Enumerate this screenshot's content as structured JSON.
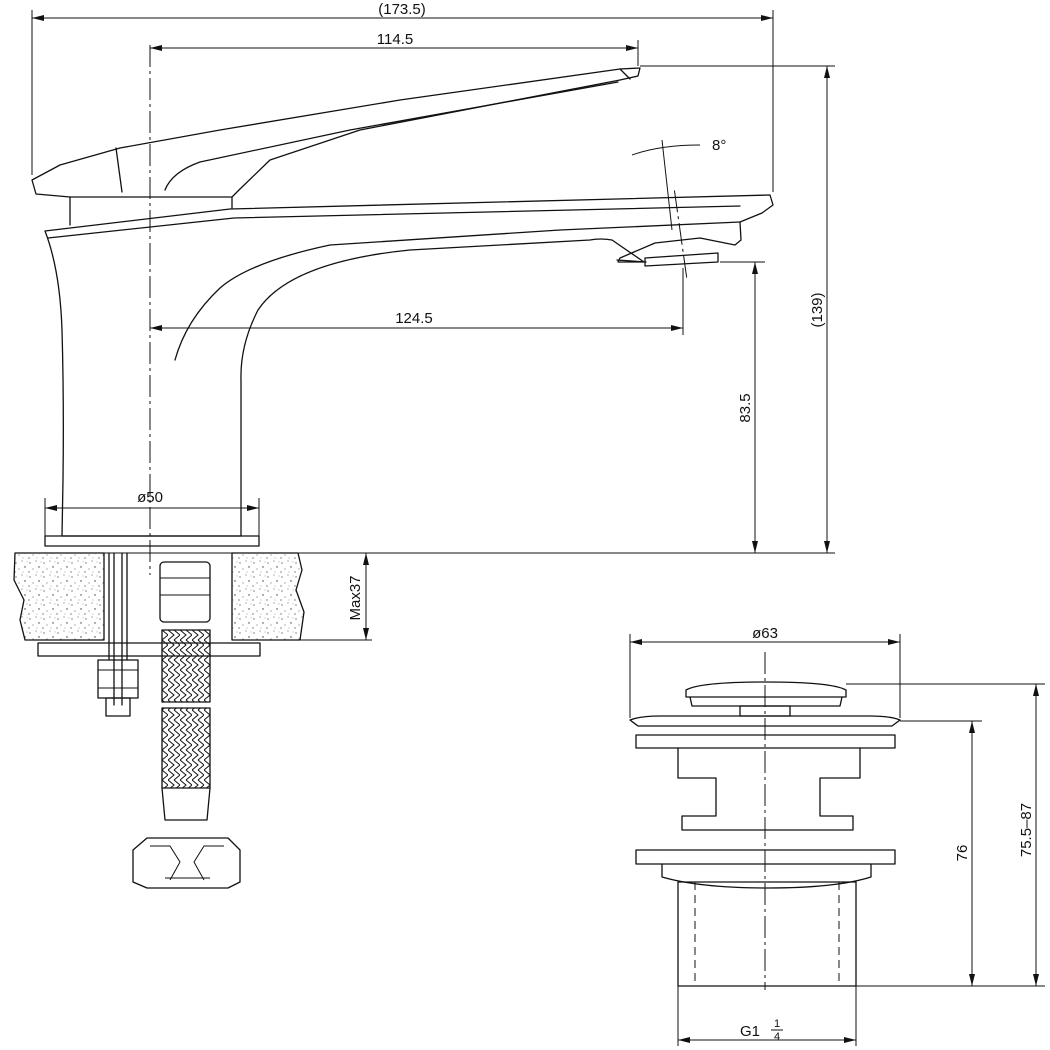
{
  "faucet": {
    "overall_length": "(173.5)",
    "lever_length": "114.5",
    "spout_reach": "124.5",
    "overall_height": "(139)",
    "spout_height": "83.5",
    "base_diameter": "ø50",
    "max_deck_thickness": "Max37",
    "aerator_angle": "8°"
  },
  "drain": {
    "cap_diameter": "ø63",
    "height": "76",
    "height_range": "75.5–87",
    "thread_prefix": "G1",
    "thread_fraction_num": "1",
    "thread_fraction_den": "4"
  }
}
